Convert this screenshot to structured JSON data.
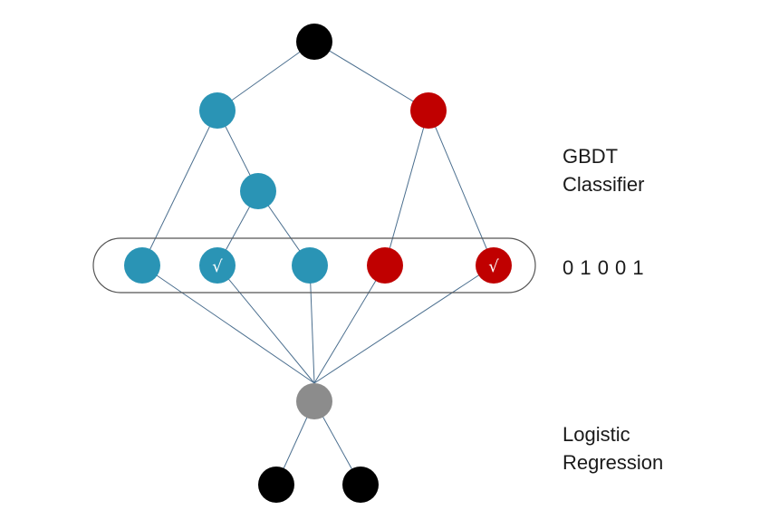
{
  "colors": {
    "root": "#000000",
    "blue": "#2a94b5",
    "red": "#c00000",
    "gray": "#8c8c8c",
    "edge": "#4a6e8e",
    "frame": "#555555"
  },
  "labels": {
    "gbdt_line1": "GBDT",
    "gbdt_line2": "Classifier",
    "leaf_code": "0 1 0 0 1",
    "lr_line1": "Logistic",
    "lr_line2": "Regression",
    "check": "√"
  }
}
